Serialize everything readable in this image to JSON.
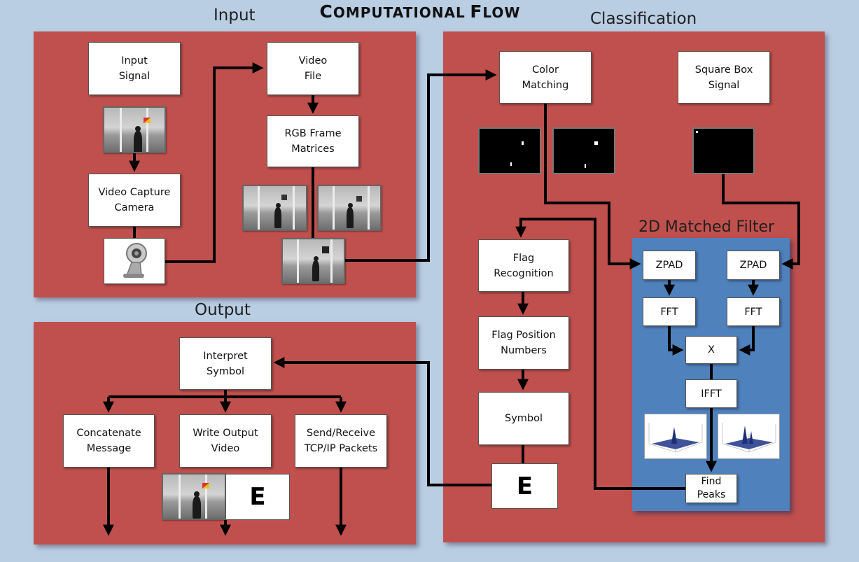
{
  "title": {
    "first_letter": "C",
    "first_rest": "OMPUTATIONAL",
    "second_letter": "F",
    "second_rest": "LOW"
  },
  "sections": {
    "input": "Input",
    "classification": "Classification",
    "output": "Output",
    "matched_filter": "2D Matched Filter"
  },
  "input_boxes": {
    "input_signal": "Input\nSignal",
    "video_capture": "Video Capture\nCamera",
    "video_file": "Video\nFile",
    "rgb_frames": "RGB Frame\nMatrices"
  },
  "classification_boxes": {
    "color_matching": "Color\nMatching",
    "square_box": "Square Box\nSignal",
    "flag_recognition": "Flag\nRecognition",
    "flag_position": "Flag Position\nNumbers",
    "symbol": "Symbol",
    "symbol_letter": "E"
  },
  "filter_boxes": {
    "zpad_left": "ZPAD",
    "zpad_right": "ZPAD",
    "fft_left": "FFT",
    "fft_right": "FFT",
    "multiply": "X",
    "ifft": "IFFT",
    "find_peaks": "Find\nPeaks"
  },
  "output_boxes": {
    "interpret_symbol": "Interpret\nSymbol",
    "concatenate": "Concatenate\nMessage",
    "write_video": "Write Output\nVideo",
    "send_receive": "Send/Receive\nTCP/IP Packets",
    "output_letter": "E"
  },
  "colors": {
    "background": "#b9cde3",
    "panel": "#c0504d",
    "filter_panel": "#4f81bd",
    "box": "#ffffff",
    "arrow": "#000000"
  }
}
